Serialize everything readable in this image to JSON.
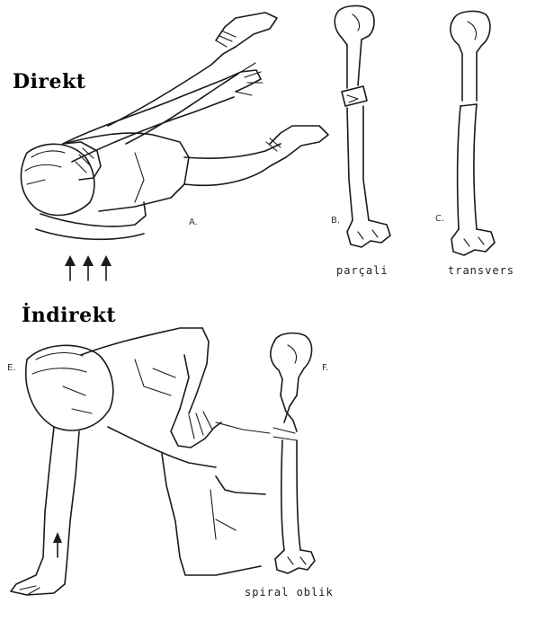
{
  "headings": {
    "direct": "Direkt",
    "indirect": "İndirekt"
  },
  "panel_marks": {
    "a": "A.",
    "b": "B.",
    "c": "C.",
    "e": "E.",
    "f": "F."
  },
  "captions": {
    "comminuted": "parçali",
    "transverse": "transvers",
    "spiral_oblique": "spiral oblik"
  },
  "colors": {
    "ink": "#1a1a1a",
    "background": "#ffffff"
  }
}
